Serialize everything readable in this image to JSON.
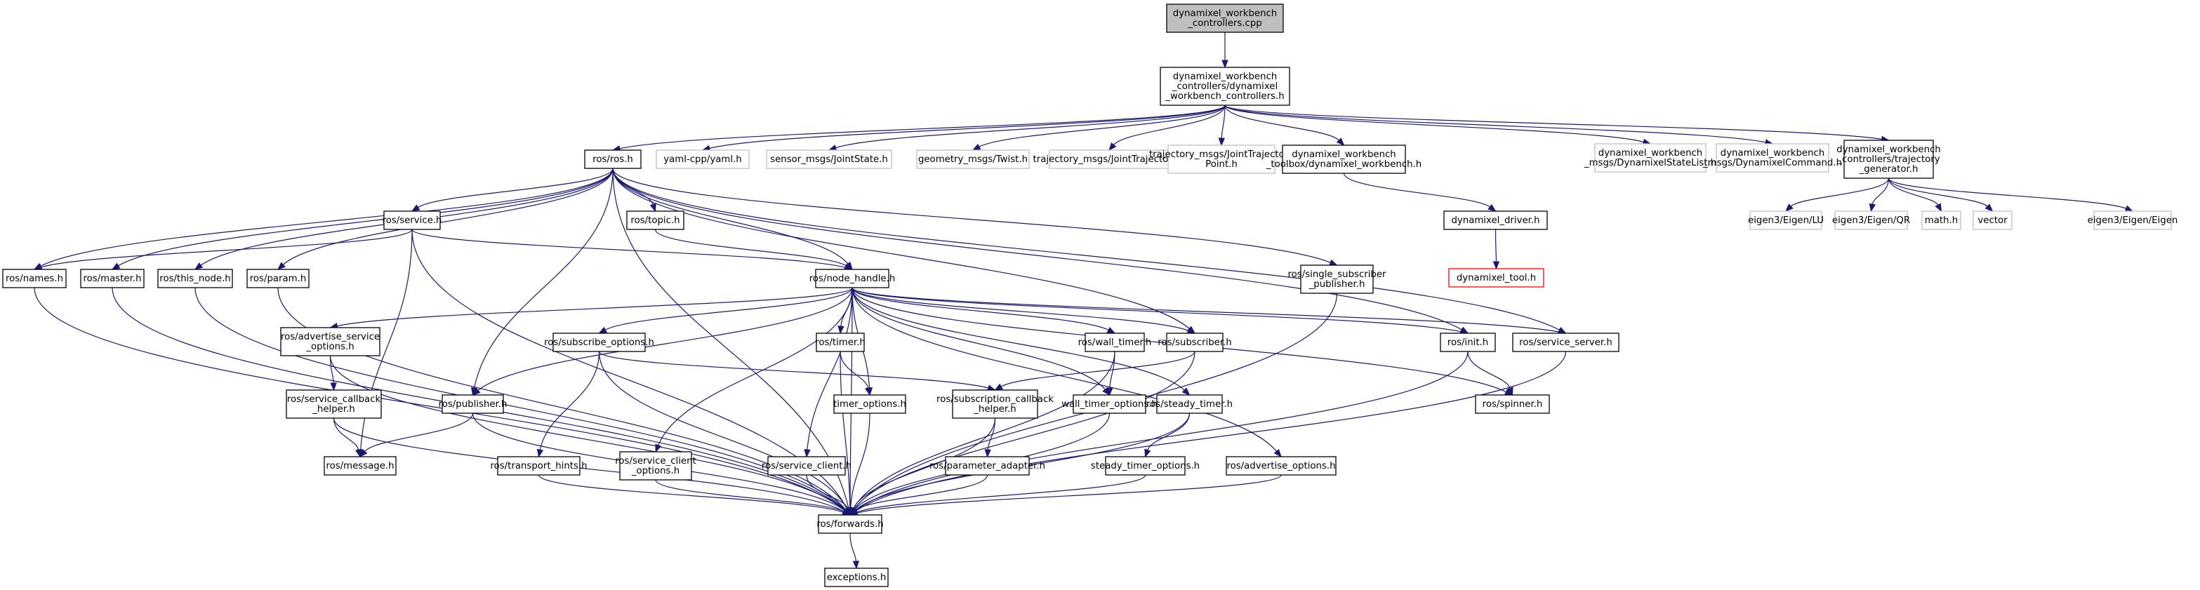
{
  "graph": {
    "title": "Include dependency graph for dynamixel_workbench_controllers.cpp",
    "colors": {
      "edge": "#191970",
      "root_fill": "#bfbfbf",
      "node_border": "#000000",
      "external_border": "#c0c0c0",
      "missing_border": "#ff0000"
    },
    "nodes": [
      {
        "id": "root",
        "lines": [
          "dynamixel_workbench",
          "_controllers.cpp"
        ],
        "kind": "root"
      },
      {
        "id": "dwc_h",
        "lines": [
          "dynamixel_workbench",
          "_controllers/dynamixel",
          "_workbench_controllers.h"
        ],
        "kind": "normal"
      },
      {
        "id": "ros_h",
        "lines": [
          "ros/ros.h"
        ],
        "kind": "normal"
      },
      {
        "id": "yaml",
        "lines": [
          "yaml-cpp/yaml.h"
        ],
        "kind": "external"
      },
      {
        "id": "jointstate",
        "lines": [
          "sensor_msgs/JointState.h"
        ],
        "kind": "external"
      },
      {
        "id": "twist",
        "lines": [
          "geometry_msgs/Twist.h"
        ],
        "kind": "external"
      },
      {
        "id": "jtraj",
        "lines": [
          "trajectory_msgs/JointTrajectory.h"
        ],
        "kind": "external"
      },
      {
        "id": "jtrajpt",
        "lines": [
          "trajectory_msgs/JointTrajectory",
          "Point.h"
        ],
        "kind": "external"
      },
      {
        "id": "toolbox",
        "lines": [
          "dynamixel_workbench",
          "_toolbox/dynamixel_workbench.h"
        ],
        "kind": "normal"
      },
      {
        "id": "statelist",
        "lines": [
          "dynamixel_workbench",
          "_msgs/DynamixelStateList.h"
        ],
        "kind": "external"
      },
      {
        "id": "command",
        "lines": [
          "dynamixel_workbench",
          "_msgs/DynamixelCommand.h"
        ],
        "kind": "external"
      },
      {
        "id": "trajgen",
        "lines": [
          "dynamixel_workbench",
          "_controllers/trajectory",
          "_generator.h"
        ],
        "kind": "normal"
      },
      {
        "id": "driver",
        "lines": [
          "dynamixel_driver.h"
        ],
        "kind": "normal"
      },
      {
        "id": "tool",
        "lines": [
          "dynamixel_tool.h"
        ],
        "kind": "missing"
      },
      {
        "id": "lu",
        "lines": [
          "eigen3/Eigen/LU"
        ],
        "kind": "external"
      },
      {
        "id": "qr",
        "lines": [
          "eigen3/Eigen/QR"
        ],
        "kind": "external"
      },
      {
        "id": "math",
        "lines": [
          "math.h"
        ],
        "kind": "external"
      },
      {
        "id": "vector",
        "lines": [
          "vector"
        ],
        "kind": "external"
      },
      {
        "id": "eigen",
        "lines": [
          "eigen3/Eigen/Eigen"
        ],
        "kind": "external"
      },
      {
        "id": "service",
        "lines": [
          "ros/service.h"
        ],
        "kind": "normal"
      },
      {
        "id": "topic",
        "lines": [
          "ros/topic.h"
        ],
        "kind": "normal"
      },
      {
        "id": "ssp",
        "lines": [
          "ros/single_subscriber",
          "_publisher.h"
        ],
        "kind": "normal"
      },
      {
        "id": "names",
        "lines": [
          "ros/names.h"
        ],
        "kind": "normal"
      },
      {
        "id": "master",
        "lines": [
          "ros/master.h"
        ],
        "kind": "normal"
      },
      {
        "id": "thisnode",
        "lines": [
          "ros/this_node.h"
        ],
        "kind": "normal"
      },
      {
        "id": "param",
        "lines": [
          "ros/param.h"
        ],
        "kind": "normal"
      },
      {
        "id": "nodehandle",
        "lines": [
          "ros/node_handle.h"
        ],
        "kind": "normal"
      },
      {
        "id": "aso",
        "lines": [
          "ros/advertise_service",
          "_options.h"
        ],
        "kind": "normal"
      },
      {
        "id": "subopts",
        "lines": [
          "ros/subscribe_options.h"
        ],
        "kind": "normal"
      },
      {
        "id": "timer",
        "lines": [
          "ros/timer.h"
        ],
        "kind": "normal"
      },
      {
        "id": "walltimer",
        "lines": [
          "ros/wall_timer.h"
        ],
        "kind": "normal"
      },
      {
        "id": "subscriber",
        "lines": [
          "ros/subscriber.h"
        ],
        "kind": "normal"
      },
      {
        "id": "init",
        "lines": [
          "ros/init.h"
        ],
        "kind": "normal"
      },
      {
        "id": "srvserver",
        "lines": [
          "ros/service_server.h"
        ],
        "kind": "normal"
      },
      {
        "id": "sch",
        "lines": [
          "ros/service_callback",
          "_helper.h"
        ],
        "kind": "normal"
      },
      {
        "id": "publisher",
        "lines": [
          "ros/publisher.h"
        ],
        "kind": "normal"
      },
      {
        "id": "timeropts",
        "lines": [
          "timer_options.h"
        ],
        "kind": "normal"
      },
      {
        "id": "subcb",
        "lines": [
          "ros/subscription_callback",
          "_helper.h"
        ],
        "kind": "normal"
      },
      {
        "id": "walltimeropts",
        "lines": [
          "wall_timer_options.h"
        ],
        "kind": "normal"
      },
      {
        "id": "steadytimer",
        "lines": [
          "ros/steady_timer.h"
        ],
        "kind": "normal"
      },
      {
        "id": "spinner",
        "lines": [
          "ros/spinner.h"
        ],
        "kind": "normal"
      },
      {
        "id": "message",
        "lines": [
          "ros/message.h"
        ],
        "kind": "normal"
      },
      {
        "id": "transport",
        "lines": [
          "ros/transport_hints.h"
        ],
        "kind": "normal"
      },
      {
        "id": "sco",
        "lines": [
          "ros/service_client",
          "_options.h"
        ],
        "kind": "normal"
      },
      {
        "id": "srvclient",
        "lines": [
          "ros/service_client.h"
        ],
        "kind": "normal"
      },
      {
        "id": "paramadapter",
        "lines": [
          "ros/parameter_adapter.h"
        ],
        "kind": "normal"
      },
      {
        "id": "steadyopts",
        "lines": [
          "steady_timer_options.h"
        ],
        "kind": "normal"
      },
      {
        "id": "advopts",
        "lines": [
          "ros/advertise_options.h"
        ],
        "kind": "normal"
      },
      {
        "id": "forwards",
        "lines": [
          "ros/forwards.h"
        ],
        "kind": "normal"
      },
      {
        "id": "exceptions",
        "lines": [
          "exceptions.h"
        ],
        "kind": "normal"
      }
    ],
    "edges": [
      [
        "root",
        "dwc_h"
      ],
      [
        "dwc_h",
        "ros_h"
      ],
      [
        "dwc_h",
        "yaml"
      ],
      [
        "dwc_h",
        "jointstate"
      ],
      [
        "dwc_h",
        "twist"
      ],
      [
        "dwc_h",
        "jtraj"
      ],
      [
        "dwc_h",
        "jtrajpt"
      ],
      [
        "dwc_h",
        "toolbox"
      ],
      [
        "dwc_h",
        "statelist"
      ],
      [
        "dwc_h",
        "command"
      ],
      [
        "dwc_h",
        "trajgen"
      ],
      [
        "toolbox",
        "driver"
      ],
      [
        "driver",
        "tool"
      ],
      [
        "trajgen",
        "lu"
      ],
      [
        "trajgen",
        "qr"
      ],
      [
        "trajgen",
        "math"
      ],
      [
        "trajgen",
        "vector"
      ],
      [
        "trajgen",
        "eigen"
      ],
      [
        "ros_h",
        "service"
      ],
      [
        "ros_h",
        "topic"
      ],
      [
        "ros_h",
        "ssp"
      ],
      [
        "ros_h",
        "names"
      ],
      [
        "ros_h",
        "master"
      ],
      [
        "ros_h",
        "thisnode"
      ],
      [
        "ros_h",
        "param"
      ],
      [
        "ros_h",
        "nodehandle"
      ],
      [
        "ros_h",
        "publisher"
      ],
      [
        "ros_h",
        "subscriber"
      ],
      [
        "ros_h",
        "init"
      ],
      [
        "ros_h",
        "srvserver"
      ],
      [
        "ros_h",
        "forwards"
      ],
      [
        "service",
        "names"
      ],
      [
        "service",
        "nodehandle"
      ],
      [
        "service",
        "message"
      ],
      [
        "service",
        "forwards"
      ],
      [
        "topic",
        "nodehandle"
      ],
      [
        "ssp",
        "forwards"
      ],
      [
        "names",
        "forwards"
      ],
      [
        "master",
        "forwards"
      ],
      [
        "thisnode",
        "forwards"
      ],
      [
        "param",
        "forwards"
      ],
      [
        "nodehandle",
        "aso"
      ],
      [
        "nodehandle",
        "subopts"
      ],
      [
        "nodehandle",
        "timer"
      ],
      [
        "nodehandle",
        "walltimer"
      ],
      [
        "nodehandle",
        "subscriber"
      ],
      [
        "nodehandle",
        "init"
      ],
      [
        "nodehandle",
        "srvserver"
      ],
      [
        "nodehandle",
        "publisher"
      ],
      [
        "nodehandle",
        "timeropts"
      ],
      [
        "nodehandle",
        "walltimeropts"
      ],
      [
        "nodehandle",
        "steadytimer"
      ],
      [
        "nodehandle",
        "spinner"
      ],
      [
        "nodehandle",
        "sco"
      ],
      [
        "nodehandle",
        "srvclient"
      ],
      [
        "nodehandle",
        "advopts"
      ],
      [
        "nodehandle",
        "forwards"
      ],
      [
        "aso",
        "sch"
      ],
      [
        "aso",
        "forwards"
      ],
      [
        "sch",
        "message"
      ],
      [
        "sch",
        "forwards"
      ],
      [
        "publisher",
        "message"
      ],
      [
        "publisher",
        "forwards"
      ],
      [
        "subopts",
        "transport"
      ],
      [
        "subopts",
        "subcb"
      ],
      [
        "subopts",
        "forwards"
      ],
      [
        "timer",
        "timeropts"
      ],
      [
        "timer",
        "forwards"
      ],
      [
        "walltimer",
        "walltimeropts"
      ],
      [
        "walltimer",
        "forwards"
      ],
      [
        "subscriber",
        "subcb"
      ],
      [
        "subscriber",
        "forwards"
      ],
      [
        "init",
        "spinner"
      ],
      [
        "init",
        "forwards"
      ],
      [
        "srvserver",
        "forwards"
      ],
      [
        "subcb",
        "paramadapter"
      ],
      [
        "subcb",
        "forwards"
      ],
      [
        "steadytimer",
        "steadyopts"
      ],
      [
        "steadytimer",
        "forwards"
      ],
      [
        "timeropts",
        "forwards"
      ],
      [
        "walltimeropts",
        "forwards"
      ],
      [
        "steadyopts",
        "forwards"
      ],
      [
        "advopts",
        "forwards"
      ],
      [
        "transport",
        "forwards"
      ],
      [
        "sco",
        "forwards"
      ],
      [
        "srvclient",
        "forwards"
      ],
      [
        "paramadapter",
        "forwards"
      ],
      [
        "forwards",
        "exceptions"
      ]
    ]
  }
}
